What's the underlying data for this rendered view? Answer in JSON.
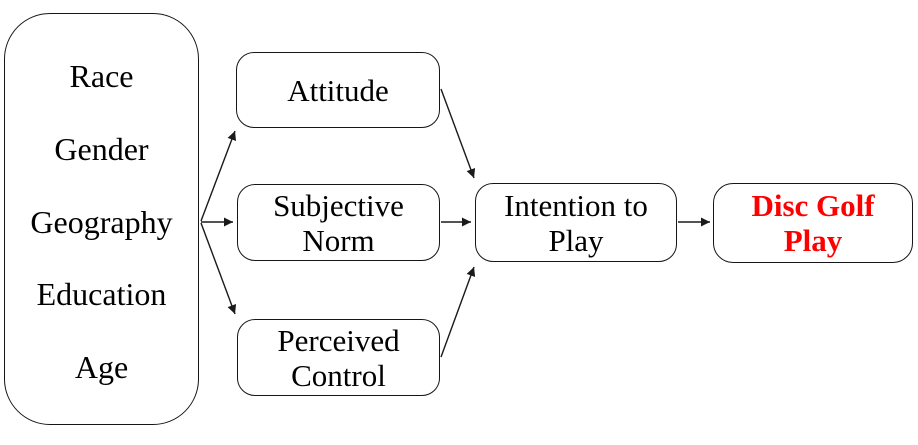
{
  "diagram": {
    "background_color": "#ffffff",
    "line_color": "#000000",
    "text_color": "#000000",
    "demographics": {
      "items": [
        "Race",
        "Gender",
        "Geography",
        "Education",
        "Age"
      ]
    },
    "mediators": [
      {
        "label": "Attitude"
      },
      {
        "label": "Subjective Norm"
      },
      {
        "label": "Perceived Control"
      }
    ],
    "intention": {
      "label": "Intention to Play"
    },
    "outcome": {
      "label": "Disc Golf Play",
      "text_color": "#FF0000"
    },
    "edges": [
      {
        "from": "Demographics",
        "to": "Attitude"
      },
      {
        "from": "Demographics",
        "to": "Subjective Norm"
      },
      {
        "from": "Demographics",
        "to": "Perceived Control"
      },
      {
        "from": "Attitude",
        "to": "Intention to Play"
      },
      {
        "from": "Subjective Norm",
        "to": "Intention to Play"
      },
      {
        "from": "Perceived Control",
        "to": "Intention to Play"
      },
      {
        "from": "Intention to Play",
        "to": "Disc Golf Play"
      }
    ]
  }
}
